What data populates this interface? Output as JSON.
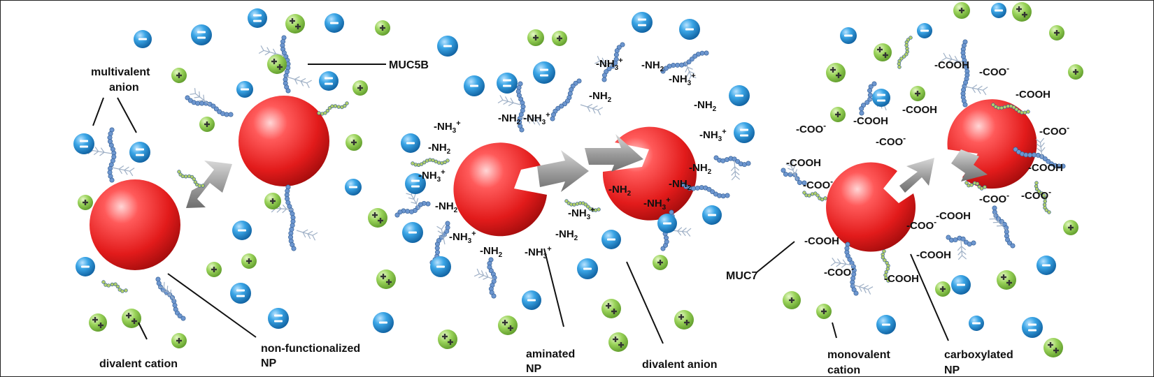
{
  "labels": {
    "multivalent_anion": [
      "multivalent",
      "anion"
    ],
    "muc5b": "MUC5B",
    "divalent_cation": "divalent cation",
    "non_functionalized_np": [
      "non-functionalized",
      "NP"
    ],
    "aminated_np": [
      "aminated",
      "NP"
    ],
    "divalent_anion": "divalent anion",
    "muc7": "MUC7",
    "monovalent_cation": [
      "monovalent",
      "cation"
    ],
    "carboxylated_np": [
      "carboxylated",
      "NP"
    ]
  },
  "groups": {
    "amine": "-NH",
    "amine_sub": "2",
    "ammonium": "-NH",
    "ammonium_sub": "3",
    "ammonium_sup": "+",
    "carboxyl": "-COOH",
    "carboxylate": "-COO",
    "carboxylate_sup": "-"
  },
  "colors": {
    "np_red": "#e21b1b",
    "anion_blue": "#1f8fd6",
    "cation_green": "#8ccc4a",
    "mucin_blue": "#4d7bb8",
    "mucin_green": "#9fbf4a",
    "arrow_gray": "#9a9a9a",
    "glycan_gray": "#9fb0c6"
  }
}
